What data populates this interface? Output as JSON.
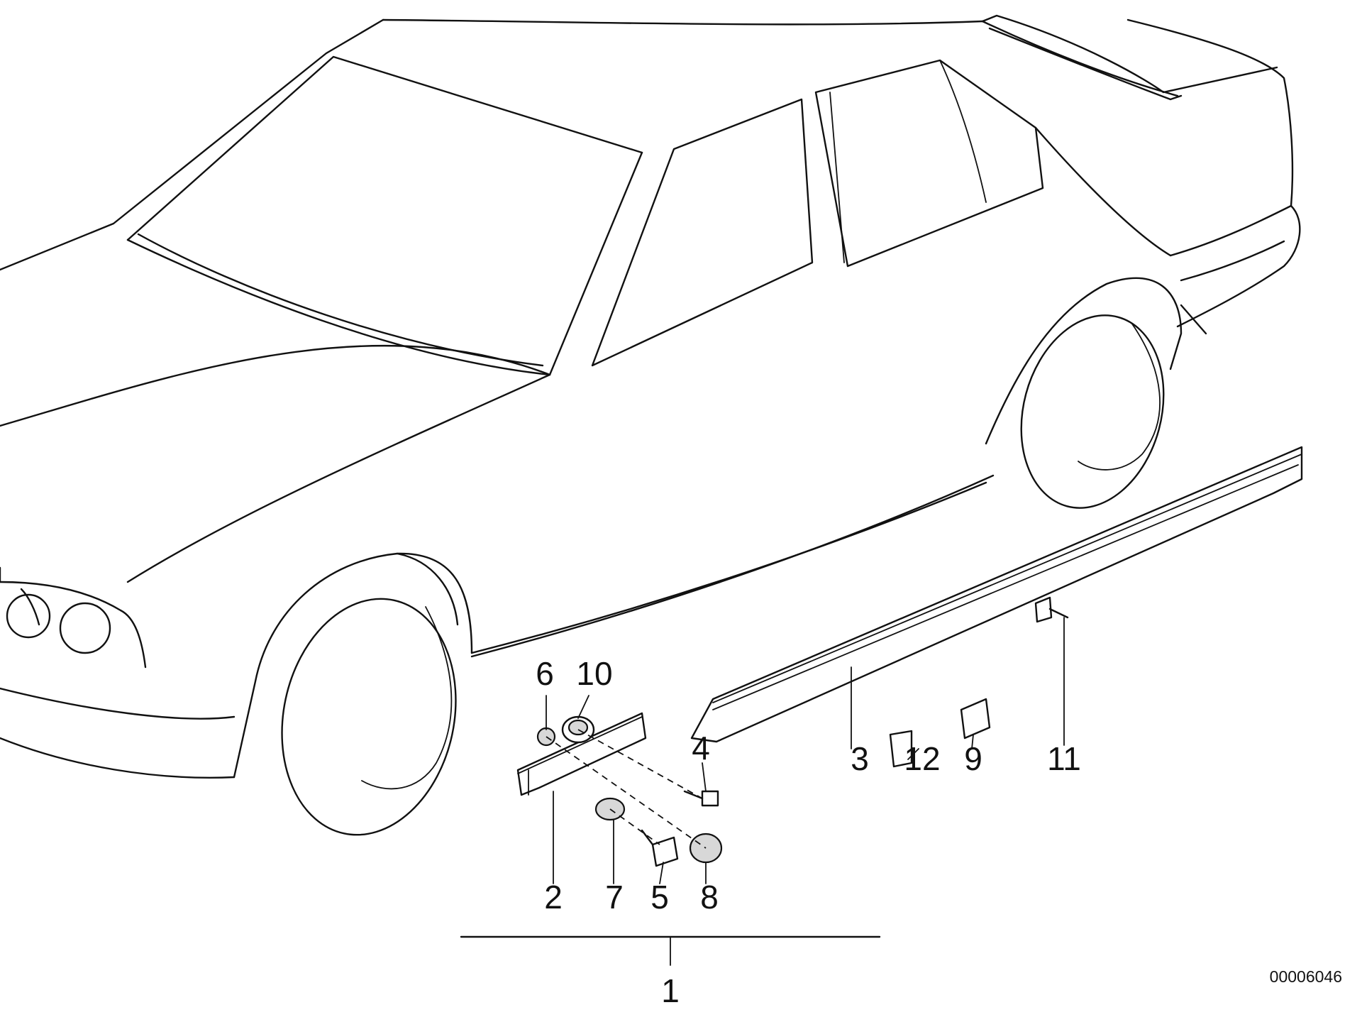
{
  "diagram": {
    "document_number": "00006046",
    "callouts": {
      "c1": "1",
      "c2": "2",
      "c3": "3",
      "c4": "4",
      "c5": "5",
      "c6": "6",
      "c7": "7",
      "c8": "8",
      "c9": "9",
      "c10": "10",
      "c11": "11",
      "c12": "12"
    }
  }
}
